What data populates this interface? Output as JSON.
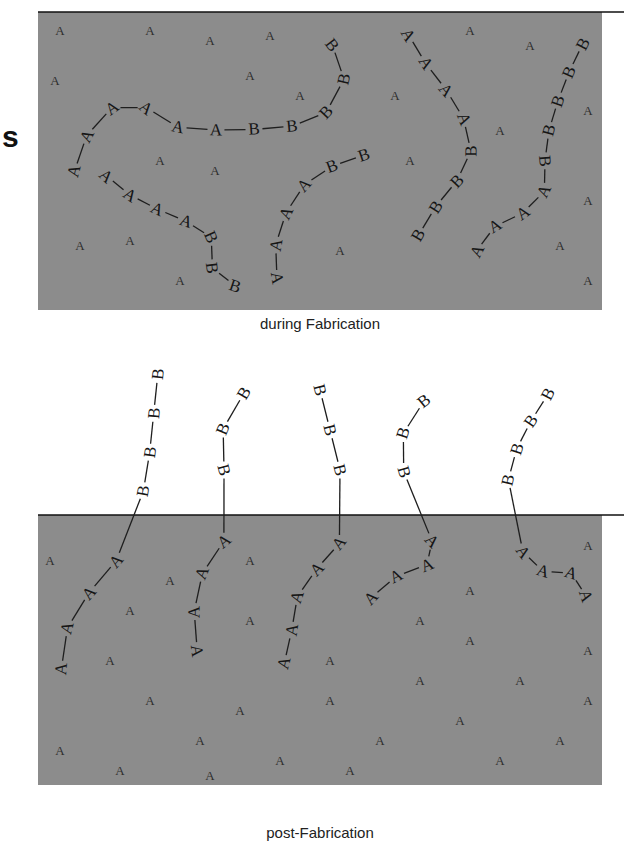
{
  "diagram": {
    "labels": [
      "s",
      "A",
      "A",
      "A",
      "A",
      "A",
      "A",
      "B",
      "B",
      "B",
      "B",
      "B",
      "A",
      "A",
      "A",
      "A",
      "B",
      "B",
      "B",
      "A",
      "A",
      "A",
      "A",
      "B",
      "B",
      "A",
      "A",
      "A",
      "A",
      "B",
      "B",
      "B",
      "B",
      "B",
      "B",
      "B",
      "B",
      "B",
      "A",
      "A",
      "A",
      "A",
      "A",
      "A",
      "A",
      "A",
      "A",
      "A",
      "A",
      "A",
      "A",
      "A",
      "A",
      "A",
      "A",
      "A",
      "A",
      "A",
      "A",
      "A",
      "A",
      "A",
      "A",
      "A",
      "during Fabrication",
      "A",
      "A",
      "A",
      "A",
      "B",
      "B",
      "B",
      "B",
      "A",
      "A",
      "A",
      "A",
      "B",
      "B",
      "B",
      "A",
      "A",
      "A",
      "A",
      "A",
      "B",
      "B",
      "B",
      "A",
      "A",
      "A",
      "A",
      "B",
      "B",
      "B",
      "A",
      "A",
      "A",
      "A",
      "B",
      "B",
      "B",
      "B",
      "A",
      "A",
      "A",
      "A",
      "A",
      "A",
      "A",
      "A",
      "A",
      "A",
      "A",
      "A",
      "A",
      "A",
      "A",
      "A",
      "A",
      "A",
      "A",
      "A",
      "A",
      "A",
      "A",
      "A",
      "A",
      "A",
      "A",
      "A",
      "post-Fabrication"
    ]
  }
}
